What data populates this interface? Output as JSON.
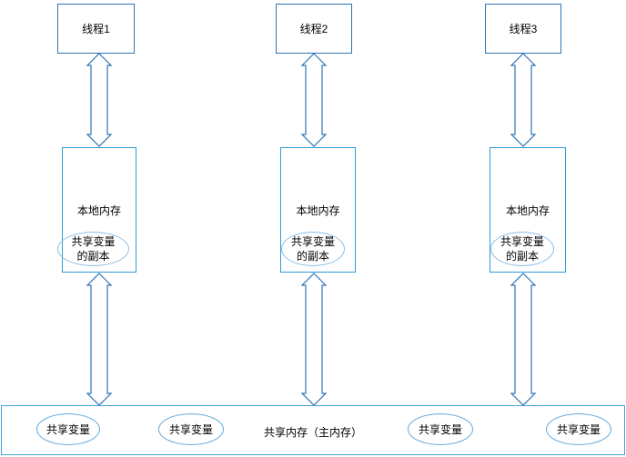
{
  "columns": [
    {
      "thread_label": "线程1",
      "local_memory_label": "本地内存",
      "shared_copy_lines": [
        "共享变量",
        "的副本"
      ]
    },
    {
      "thread_label": "线程2",
      "local_memory_label": "本地内存",
      "shared_copy_lines": [
        "共享变量",
        "的副本"
      ]
    },
    {
      "thread_label": "线程3",
      "local_memory_label": "本地内存",
      "shared_copy_lines": [
        "共享变量",
        "的副本"
      ]
    }
  ],
  "main_memory": {
    "label": "共享内存（主内存）",
    "shared_variables": [
      "共享变量",
      "共享变量",
      "共享变量",
      "共享变量"
    ]
  },
  "colors": {
    "thread_box_border": "#2E75B6",
    "arrow_outline": "#2E75B6",
    "local_box_border": "#2E9BD5",
    "copy_ellipse_border": "#8BBCE4",
    "main_box_border": "#41A1DC",
    "variable_ellipse_border": "#5FA8DC",
    "text": "#000000",
    "background": "#FFFFFF"
  }
}
